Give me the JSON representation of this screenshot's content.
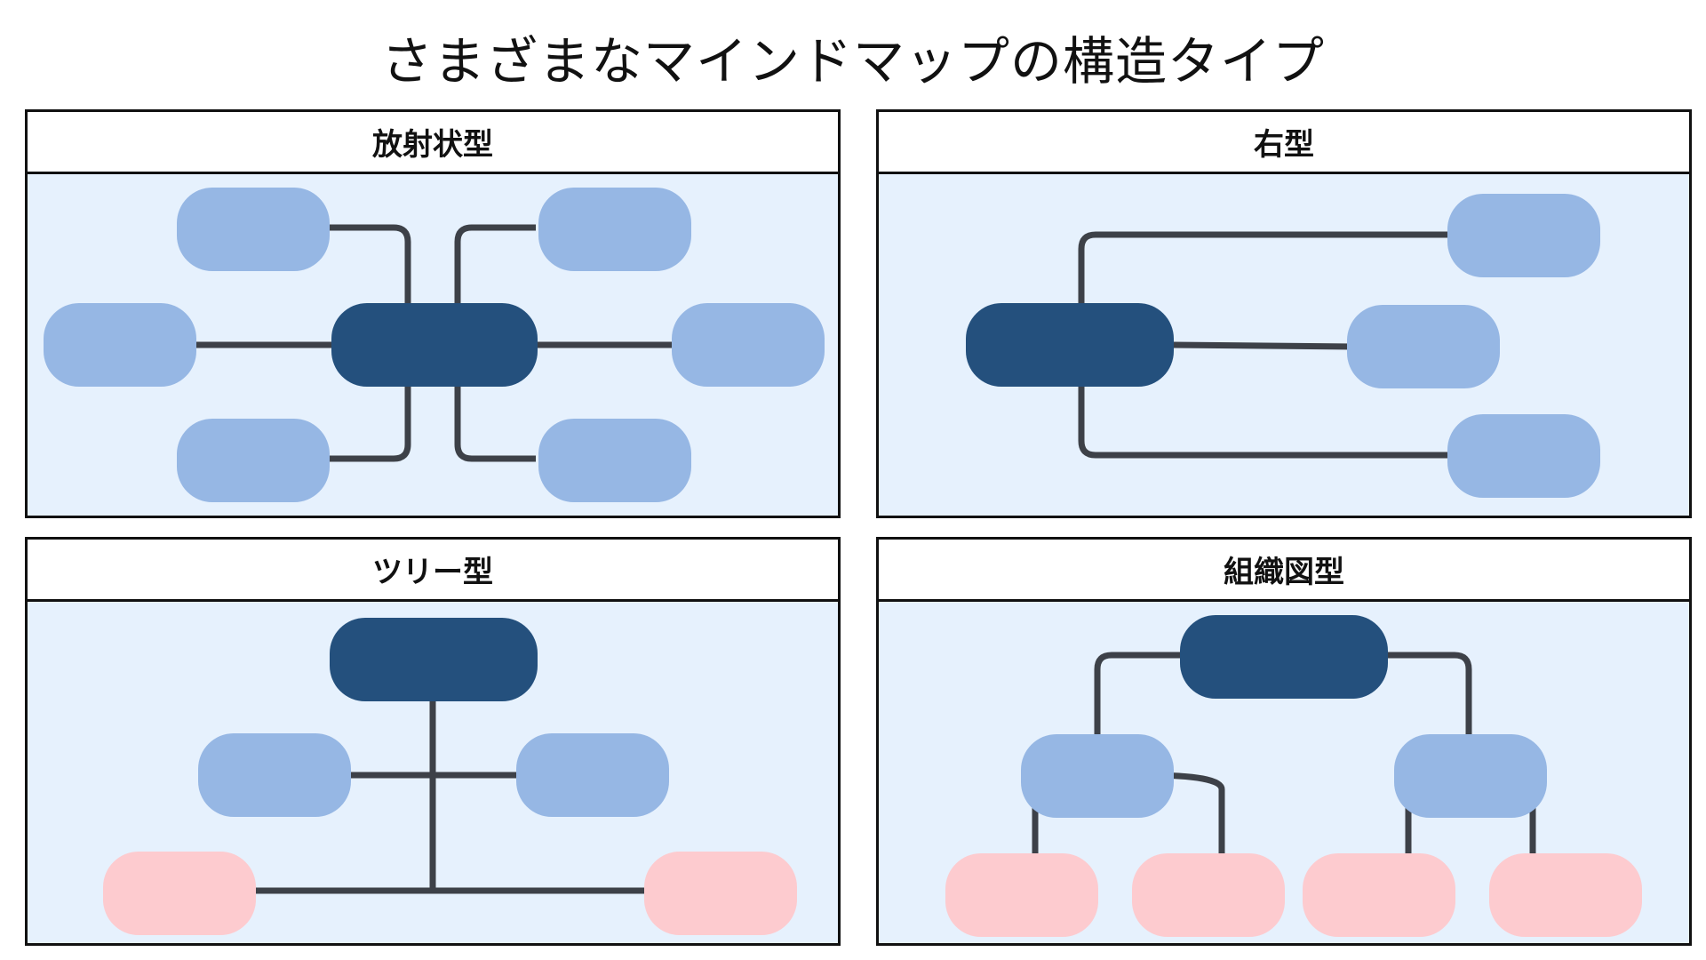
{
  "title": "さまざまなマインドマップの構造タイプ",
  "panels": {
    "radial": {
      "label": "放射状型"
    },
    "right": {
      "label": "右型"
    },
    "tree": {
      "label": "ツリー型"
    },
    "org": {
      "label": "組織図型"
    }
  },
  "colors": {
    "root_node": "#24507d",
    "child_node": "#96b7e4",
    "leaf_node": "#fdcbcf",
    "panel_background": "#e6f1fd",
    "connector": "#3d4148"
  }
}
